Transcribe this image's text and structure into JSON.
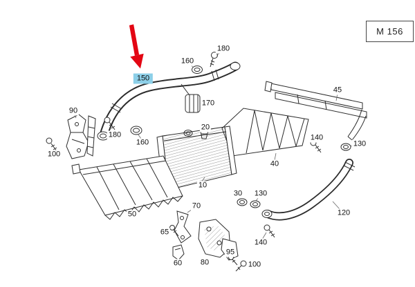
{
  "header": {
    "model_code": "M 156"
  },
  "annotation": {
    "highlighted_part": "150",
    "highlight_color": "#8ccfe8",
    "arrow_color": "#e30613"
  },
  "callouts": {
    "c180_top": "180",
    "c160_top": "160",
    "c150": "150",
    "c170": "170",
    "c45": "45",
    "c90": "90",
    "c100_left": "100",
    "c180_left": "180",
    "c160_left": "160",
    "c20": "20",
    "c140_right": "140",
    "c130_right": "130",
    "c40": "40",
    "c10": "10",
    "c50": "50",
    "c30": "30",
    "c130_mid": "130",
    "c70": "70",
    "c65": "65",
    "c60": "60",
    "c80": "80",
    "c95": "95",
    "c100_bottom": "100",
    "c140_bottom": "140",
    "c120": "120"
  }
}
